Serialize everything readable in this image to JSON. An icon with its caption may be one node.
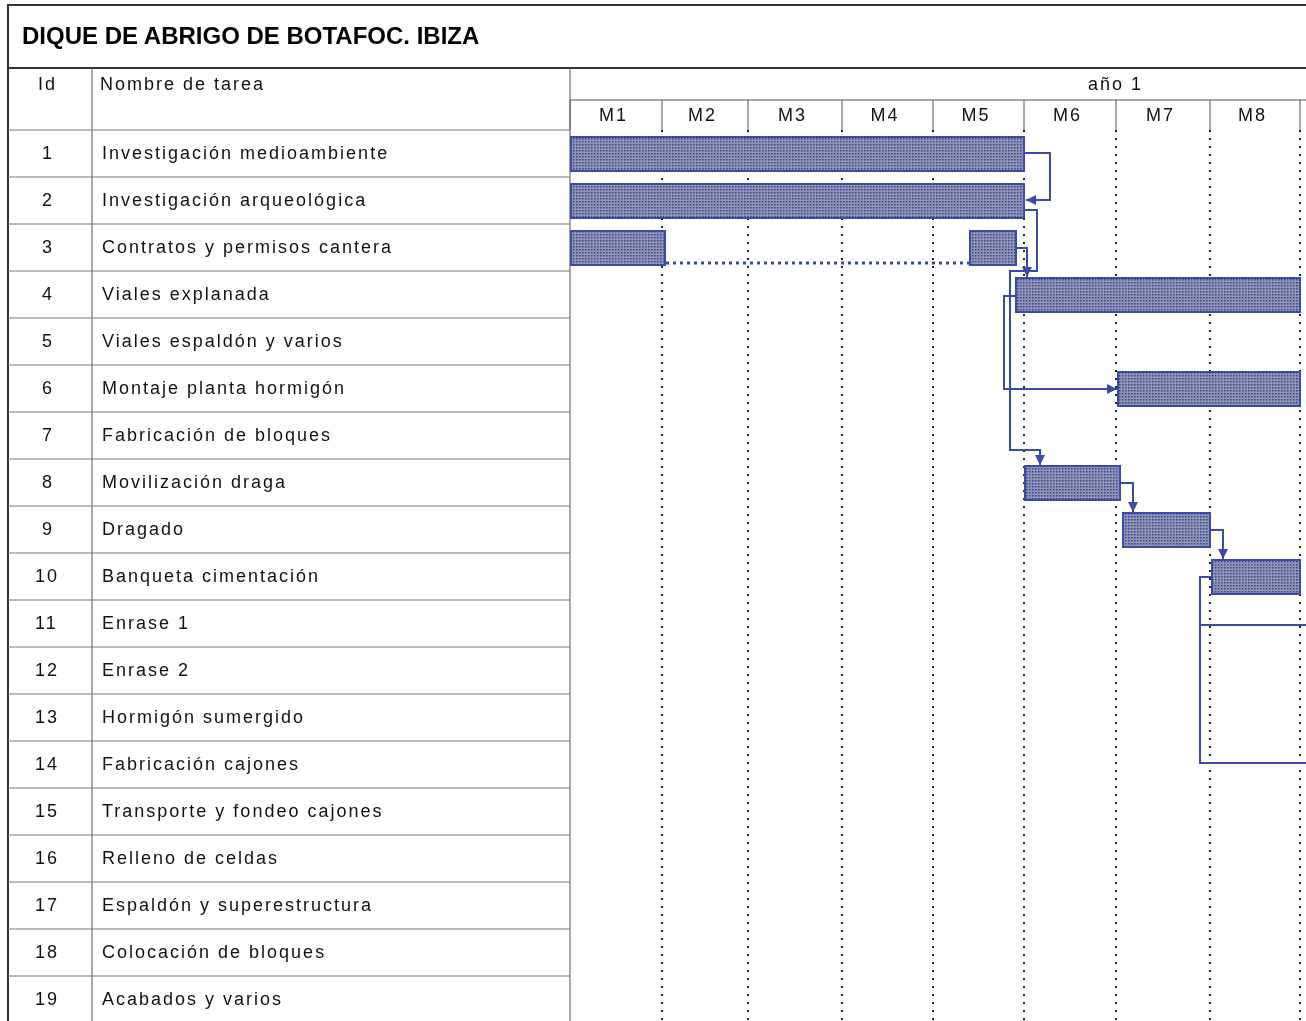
{
  "diagram": {
    "title": "DIQUE DE ABRIGO DE BOTAFOC. IBIZA",
    "nodes": [
      {
        "text": [],
        "shape": "bar"
      },
      {
        "text": [],
        "shape": "bar"
      },
      {
        "text": [],
        "shape": "bar"
      },
      {
        "text": [],
        "shape": "bar"
      },
      {
        "text": [],
        "shape": "bar"
      },
      {
        "text": [],
        "shape": "bar"
      },
      {
        "text": [],
        "shape": "bar"
      },
      {
        "text": [],
        "shape": "bar"
      },
      {
        "text": [],
        "shape": "bar"
      }
    ],
    "edges": [
      {
        "from": 0,
        "to": 1,
        "arrow": "to"
      },
      {
        "from": 2,
        "to": 3,
        "arrow": "none",
        "style": "dashed"
      },
      {
        "from": 3,
        "to": 4,
        "arrow": "to"
      },
      {
        "from": 1,
        "to": 6,
        "arrow": "to"
      },
      {
        "from": 4,
        "to": 5,
        "arrow": "to"
      },
      {
        "from": 6,
        "to": 7,
        "arrow": "to"
      },
      {
        "from": 7,
        "to": 8,
        "arrow": "to"
      },
      {
        "from": 8,
        "to": null,
        "arrow": "none"
      },
      {
        "from": 8,
        "to": null,
        "arrow": "none"
      }
    ],
    "labels": [
      "Id",
      "Nombre de tarea",
      "año 1",
      "M1",
      "M2",
      "M3",
      "M4",
      "M5",
      "M6",
      "M7",
      "M8",
      "1",
      "Investigación medioambiente",
      "2",
      "Investigación arqueológica",
      "3",
      "Contratos y permisos cantera",
      "4",
      "Viales explanada",
      "5",
      "Viales espaldón y varios",
      "6",
      "Montaje planta hormigón",
      "7",
      "Fabricación de bloques",
      "8",
      "Movilización draga",
      "9",
      "Dragado",
      "10",
      "Banqueta cimentación",
      "11",
      "Enrase 1",
      "12",
      "Enrase 2",
      "13",
      "Hormigón sumergido",
      "14",
      "Fabricación cajones",
      "15",
      "Transporte y fondeo cajones",
      "16",
      "Relleno de celdas",
      "17",
      "Espaldón y superestructura",
      "18",
      "Colocación de bloques",
      "19",
      "Acabados y varios"
    ]
  }
}
